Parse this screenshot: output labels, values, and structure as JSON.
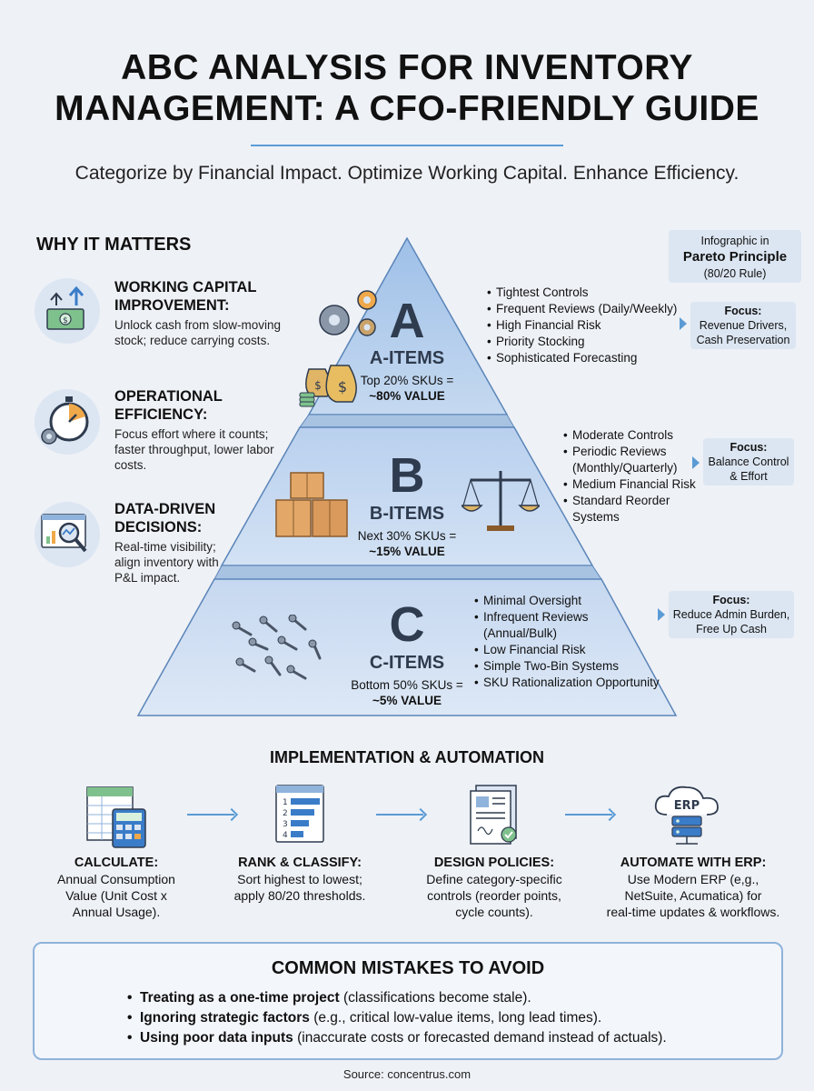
{
  "header": {
    "title_line1": "ABC ANALYSIS FOR INVENTORY",
    "title_line2": "MANAGEMENT: A CFO-FRIENDLY GUIDE",
    "subtitle": "Categorize by Financial Impact. Optimize Working Capital. Enhance Efficiency."
  },
  "why": {
    "heading": "WHY IT MATTERS",
    "items": [
      {
        "title": "WORKING CAPITAL IMPROVEMENT:",
        "text": "Unlock cash from slow-moving stock; reduce carrying costs.",
        "icon": "cash-growth-icon"
      },
      {
        "title": "OPERATIONAL EFFICIENCY:",
        "text": "Focus effort where it counts; faster throughput, lower labor costs.",
        "icon": "stopwatch-gear-icon"
      },
      {
        "title": "DATA-DRIVEN DECISIONS:",
        "text": "Real-time visibility; align inventory with P&L impact.",
        "icon": "analytics-magnifier-icon"
      }
    ]
  },
  "pareto": {
    "line1": "Infographic in",
    "line2": "Pareto Principle",
    "line3": "(80/20 Rule)"
  },
  "tiers": [
    {
      "letter": "A",
      "name": "A-ITEMS",
      "desc_line1": "Top 20% SKUs =",
      "desc_line2": "~80% VALUE",
      "bullets": [
        "Tightest Controls",
        "Frequent Reviews (Daily/Weekly)",
        "High Financial Risk",
        "Priority Stocking",
        "Sophisticated Forecasting"
      ],
      "focus_label": "Focus:",
      "focus_line1": "Revenue Drivers,",
      "focus_line2": "Cash Preservation"
    },
    {
      "letter": "B",
      "name": "B-ITEMS",
      "desc_line1": "Next 30% SKUs =",
      "desc_line2": "~15% VALUE",
      "bullets": [
        "Moderate Controls",
        "Periodic Reviews",
        "(Monthly/Quarterly)",
        "Medium Financial Risk",
        "Standard Reorder Systems"
      ],
      "focus_label": "Focus:",
      "focus_line1": "Balance Control",
      "focus_line2": "& Effort"
    },
    {
      "letter": "C",
      "name": "C-ITEMS",
      "desc_line1": "Bottom 50% SKUs =",
      "desc_line2": "~5% VALUE",
      "bullets": [
        "Minimal Oversight",
        "Infrequent Reviews",
        "(Annual/Bulk)",
        "Low Financial Risk",
        "Simple Two-Bin Systems",
        "SKU Rationalization Opportunity"
      ],
      "focus_label": "Focus:",
      "focus_line1": "Reduce Admin Burden,",
      "focus_line2": "Free Up Cash"
    }
  ],
  "implementation": {
    "heading": "IMPLEMENTATION & AUTOMATION",
    "steps": [
      {
        "title": "CALCULATE:",
        "lines": [
          "Annual Consumption",
          "Value (Unit Cost x",
          "Annual Usage)."
        ]
      },
      {
        "title": "RANK & CLASSIFY:",
        "lines": [
          "Sort highest to lowest;",
          "apply 80/20 thresholds."
        ]
      },
      {
        "title": "DESIGN POLICIES:",
        "lines": [
          "Define category-specific",
          "controls (reorder points,",
          "cycle counts)."
        ]
      },
      {
        "title": "AUTOMATE WITH ERP:",
        "lines": [
          "Use Modern ERP (e,g.,",
          "NetSuite, Acumatica) for",
          "real-time updates & workflows."
        ]
      }
    ],
    "erp_label": "ERP",
    "rank_numbers": [
      "1",
      "2",
      "3",
      "4"
    ]
  },
  "mistakes": {
    "heading": "COMMON MISTAKES TO AVOID",
    "items": [
      {
        "bold": "Treating as a one-time project",
        "rest": " (classifications become stale)."
      },
      {
        "bold": "Ignoring strategic factors",
        "rest": " (e.g., critical low-value items, long lead times)."
      },
      {
        "bold": "Using poor data inputs",
        "rest": " (inaccurate costs or forecasted demand instead of actuals)."
      }
    ]
  },
  "source": "Source: concentrus.com",
  "colors": {
    "accent": "#5b9bd5",
    "tier_fill": "#bcd3ee",
    "tier_stroke": "#5b85b8",
    "panel": "#dce6f2"
  }
}
